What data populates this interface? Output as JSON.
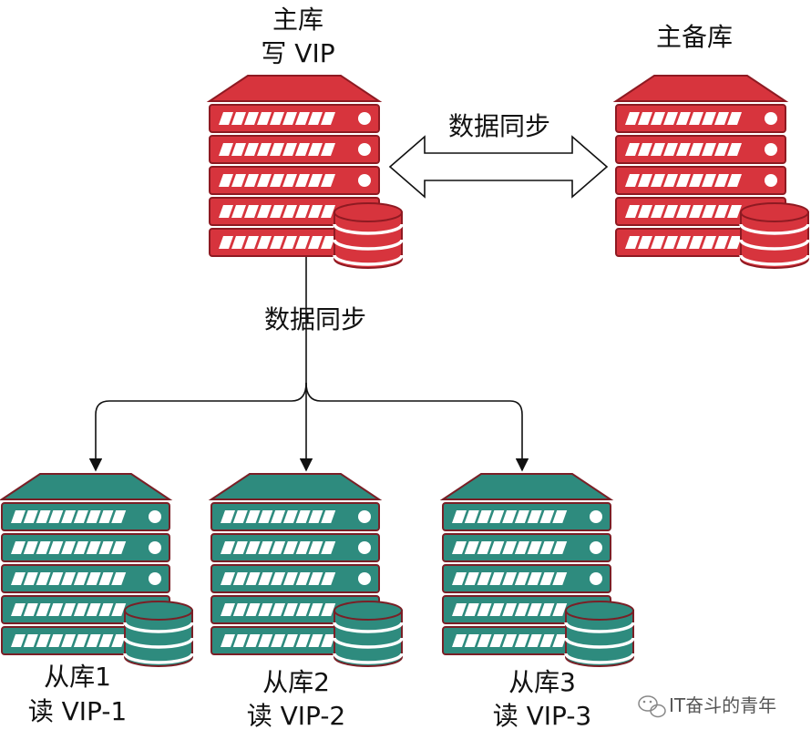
{
  "master": {
    "name": "主库",
    "vip": "写 VIP"
  },
  "standby": {
    "name": "主备库"
  },
  "sync_label_top": "数据同步",
  "sync_label_down": "数据同步",
  "slaves": [
    {
      "name": "从库1",
      "vip": "读 VIP-1"
    },
    {
      "name": "从库2",
      "vip": "读 VIP-2"
    },
    {
      "name": "从库3",
      "vip": "读 VIP-3"
    }
  ],
  "watermark": "IT奋斗的青年",
  "colors": {
    "master_fill": "#D7343D",
    "master_outline": "#8E1A22",
    "slave_fill": "#2E8B7E",
    "slave_outline": "#7A1F26",
    "arrow": "#111111"
  },
  "icons": {
    "server": "server-rack-icon",
    "database": "database-icon",
    "watermark": "wechat-icon"
  }
}
